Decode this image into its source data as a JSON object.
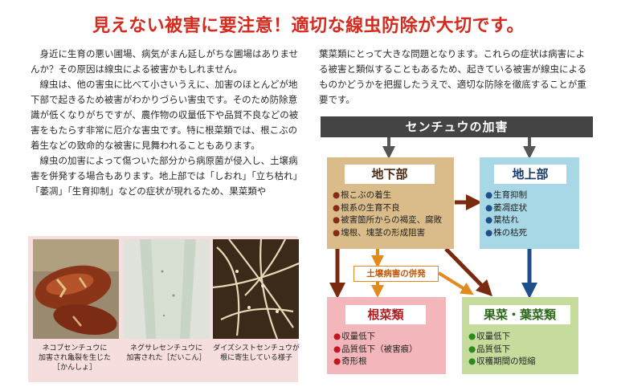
{
  "title": "見えない被害に要注意！適切な線虫防除が大切です。",
  "left_text": {
    "p1": "身近に生育の悪い圃場、病気がまん延しがちな圃場はありませんか？その原因は線虫による被害かもしれません。",
    "p2": "線虫は、他の害虫に比べて小さいうえに、加害のほとんどが地下部で起きるため被害がわかりづらい害虫です。そのため防除意識が低くなりがちですが、農作物の収量低下や品質不良などの被害をもたらす非常に厄介な害虫です。特に根菜類では、根こぶの着生などの致命的な被害に見舞われることもあります。",
    "p3": "線虫の加害によって傷ついた部分から病原菌が侵入し、土壌病害を併発する場合もあります。地上部では「しおれ」「立ち枯れ」「萎凋」「生育抑制」などの症状が現れるため、果菜類や"
  },
  "right_text": {
    "p1": "葉菜類にとって大きな問題となります。これらの症状は病害による被害と類似することもあるため、起きている被害が線虫によるものかどうかを把握したうえで、適切な防除を徹底することが重要です。"
  },
  "photos": [
    {
      "caption_line1": "ネコブセンチュウに",
      "caption_line2": "加害され亀裂を生じた",
      "caption_line3": "［かんしょ］"
    },
    {
      "caption_line1": "ネグサレセンチュウに",
      "caption_line2": "加害された［だいこん］",
      "caption_line3": ""
    },
    {
      "caption_line1": "ダイズシストセンチュウが",
      "caption_line2": "根に寄生している様子",
      "caption_line3": ""
    }
  ],
  "diagram": {
    "header": "センチュウの加害",
    "chika": {
      "title": "地下部",
      "items": [
        "根こぶの着生",
        "根系の生育不良",
        "被害箇所からの褐変、腐敗",
        "塊根、塊茎の形成阻害"
      ]
    },
    "chijo": {
      "title": "地上部",
      "items": [
        "生育抑制",
        "萎凋症状",
        "葉枯れ",
        "株の枯死"
      ]
    },
    "dojo": "土壌病害の併発",
    "konsai": {
      "title": "根菜類",
      "items": [
        "収量低下",
        "品質低下（被害痕）",
        "奇形根"
      ]
    },
    "kasai": {
      "title": "果菜・葉菜類",
      "items": [
        "収量低下",
        "品質低下",
        "収穫期間の短縮"
      ]
    }
  },
  "colors": {
    "title_red": "#d62a1e",
    "header_gray": "#444444",
    "chika_bg": "#d9bc8a",
    "chijo_bg": "#a8d8e6",
    "konsai_bg": "#f3b7bb",
    "kasai_bg": "#c5dc9c",
    "arrow_brown": "#7a2a0e",
    "arrow_blue": "#1e4f8a",
    "arrow_orange": "#e08a1f"
  }
}
